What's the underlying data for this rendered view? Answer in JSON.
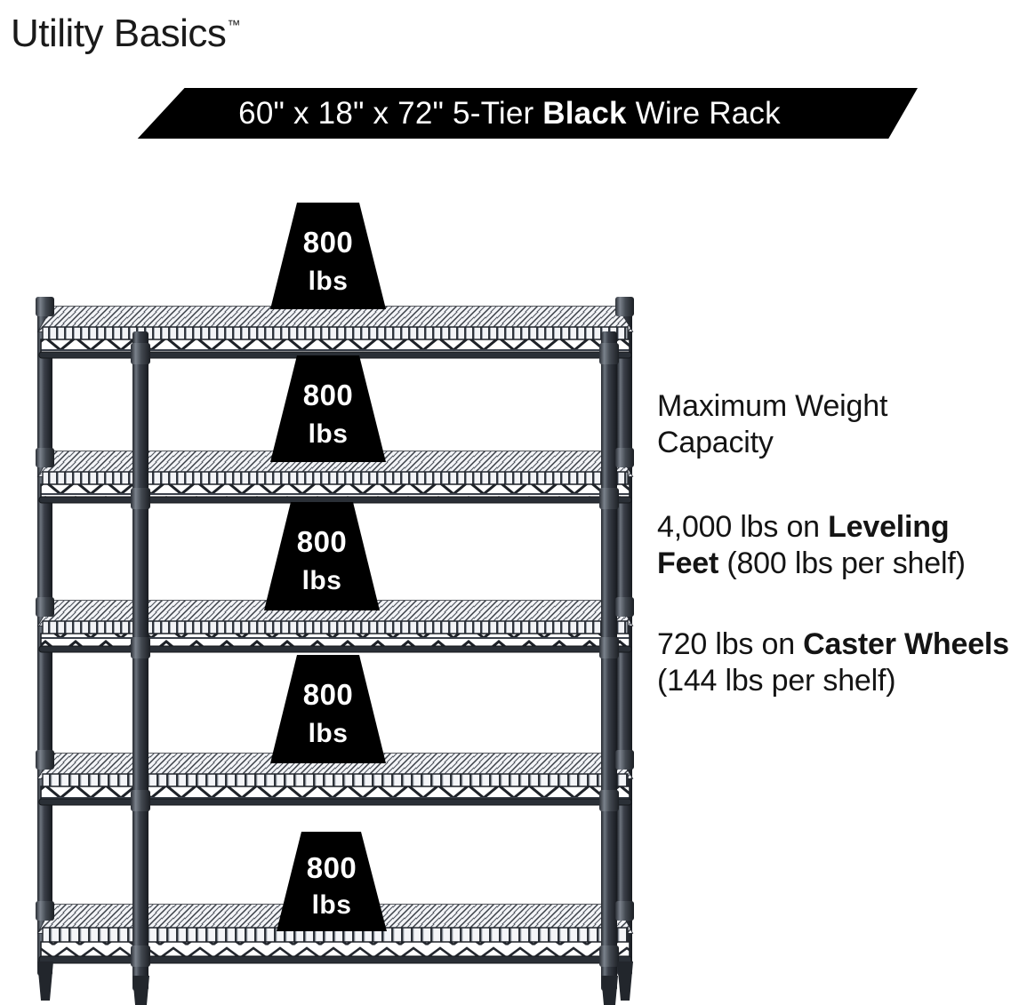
{
  "brand": {
    "name": "Utility Basics",
    "trademark": "™"
  },
  "banner": {
    "text_before": "60\" x 18\" x 72\" 5-Tier ",
    "text_bold": "Black",
    "text_after": " Wire Rack",
    "full_text": "60\" x 18\" x 72\" 5-Tier Black Wire Rack",
    "background_color": "#000000",
    "text_color": "#ffffff"
  },
  "product": {
    "dimensions": "60\" x 18\" x 72\"",
    "tiers": "5-Tier",
    "color": "Black",
    "type": "Wire Rack",
    "shelf_count": 5
  },
  "capacity": {
    "heading_line1": "Maximum Weight",
    "heading_line2": "Capacity",
    "leveling": {
      "amount": "4,000 lbs on ",
      "emphasis": "Leveling Feet",
      "detail": " (800 lbs per shelf)"
    },
    "caster": {
      "amount": "720 lbs on ",
      "emphasis": "Caster Wheels",
      "detail": " (144 lbs per shelf)"
    }
  },
  "shelf_badges": [
    {
      "number": "800",
      "unit": "lbs"
    },
    {
      "number": "800",
      "unit": "lbs"
    },
    {
      "number": "800",
      "unit": "lbs"
    },
    {
      "number": "800",
      "unit": "lbs"
    },
    {
      "number": "800",
      "unit": "lbs"
    }
  ],
  "colors": {
    "background": "#ffffff",
    "text": "#141414",
    "badge_fill": "#000000",
    "badge_text": "#ffffff",
    "frame_dark": "#2b2f36",
    "frame_mid": "#4a5058",
    "wire_light": "#e8eaee"
  }
}
